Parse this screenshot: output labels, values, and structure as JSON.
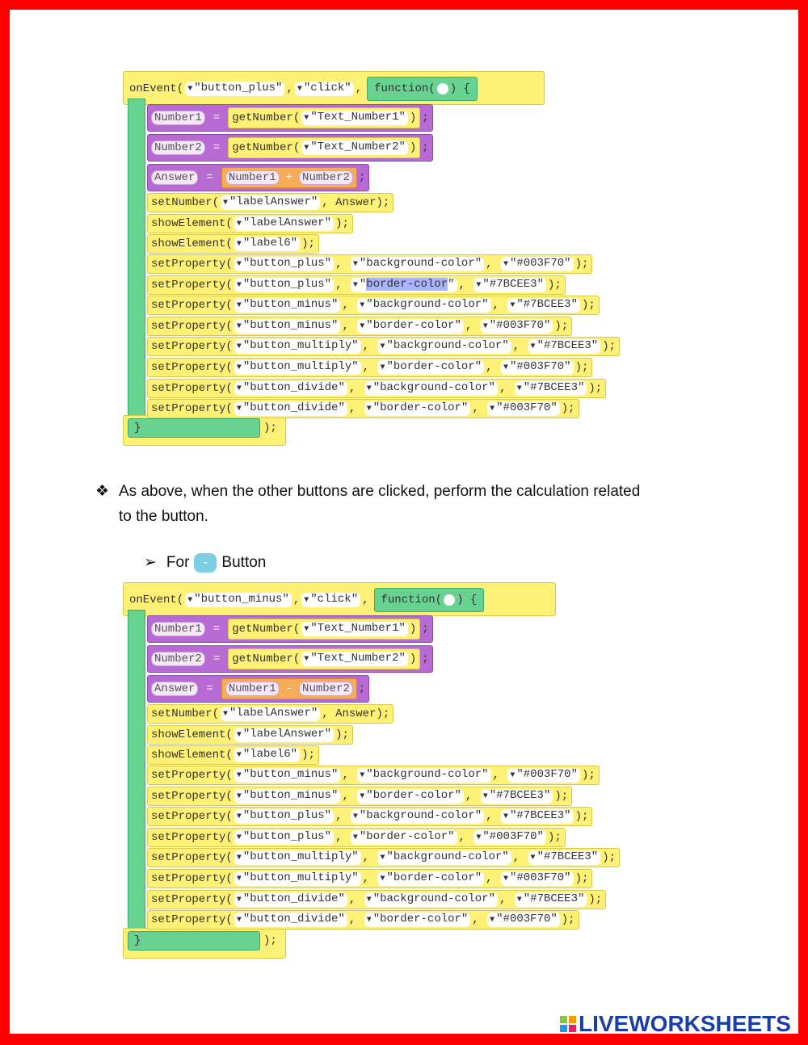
{
  "block1": {
    "event": "onEvent(",
    "id": "\"button_plus\"",
    "event_type": "\"click\"",
    "func": "function(",
    "func_end": ") {",
    "lines": [
      {
        "var": "Number1",
        "call": "getNumber(",
        "arg": "\"Text_Number1\"",
        "close": ")"
      },
      {
        "var": "Number2",
        "call": "getNumber(",
        "arg": "\"Text_Number2\"",
        "close": ")"
      }
    ],
    "answer": {
      "var": "Answer",
      "a": "Number1",
      "op": "+",
      "b": "Number2"
    },
    "set_number": {
      "call": "setNumber(",
      "arg": "\"labelAnswer\"",
      "val": "Answer);"
    },
    "show1": {
      "call": "showElement(",
      "arg": "\"labelAnswer\"",
      "close": ");"
    },
    "show2": {
      "call": "showElement(",
      "arg": "\"label6\"",
      "close": ");"
    },
    "props": [
      {
        "id": "\"button_plus\"",
        "prop": "\"background-color\"",
        "val": "\"#003F70\""
      },
      {
        "id": "\"button_plus\"",
        "prop_pre": "\"",
        "prop_hl": "border-color",
        "prop_post": "\"",
        "val": "\"#7BCEE3\""
      },
      {
        "id": "\"button_minus\"",
        "prop": "\"background-color\"",
        "val": "\"#7BCEE3\""
      },
      {
        "id": "\"button_minus\"",
        "prop": "\"border-color\"",
        "val": "\"#003F70\""
      },
      {
        "id": "\"button_multiply\"",
        "prop": "\"background-color\"",
        "val": "\"#7BCEE3\""
      },
      {
        "id": "\"button_multiply\"",
        "prop": "\"border-color\"",
        "val": "\"#003F70\""
      },
      {
        "id": "\"button_divide\"",
        "prop": "\"background-color\"",
        "val": "\"#7BCEE3\""
      },
      {
        "id": "\"button_divide\"",
        "prop": "\"border-color\"",
        "val": "\"#003F70\""
      }
    ],
    "close_brace": "}",
    "close_tail": ");"
  },
  "bullet_text_1": "As above, when the other buttons are clicked, perform the calculation related",
  "bullet_text_2": "to the button.",
  "sub_for": "For",
  "sub_pill": "-",
  "sub_button": "Button",
  "block2": {
    "event": "onEvent(",
    "id": "\"button_minus\"",
    "event_type": "\"click\"",
    "func": "function(",
    "func_end": ") {",
    "lines": [
      {
        "var": "Number1",
        "call": "getNumber(",
        "arg": "\"Text_Number1\"",
        "close": ")"
      },
      {
        "var": "Number2",
        "call": "getNumber(",
        "arg": "\"Text_Number2\"",
        "close": ")"
      }
    ],
    "answer": {
      "var": "Answer",
      "a": "Number1",
      "op": "-",
      "b": "Number2"
    },
    "set_number": {
      "call": "setNumber(",
      "arg": "\"labelAnswer\"",
      "val": "Answer);"
    },
    "show1": {
      "call": "showElement(",
      "arg": "\"labelAnswer\"",
      "close": ");"
    },
    "show2": {
      "call": "showElement(",
      "arg": "\"label6\"",
      "close": ");"
    },
    "props": [
      {
        "id": "\"button_minus\"",
        "prop": "\"background-color\"",
        "val": "\"#003F70\""
      },
      {
        "id": "\"button_minus\"",
        "prop": "\"border-color\"",
        "val": "\"#7BCEE3\""
      },
      {
        "id": "\"button_plus\"",
        "prop": "\"background-color\"",
        "val": "\"#7BCEE3\""
      },
      {
        "id": "\"button_plus\"",
        "prop": "\"border-color\"",
        "val": "\"#003F70\""
      },
      {
        "id": "\"button_multiply\"",
        "prop": "\"background-color\"",
        "val": "\"#7BCEE3\""
      },
      {
        "id": "\"button_multiply\"",
        "prop": "\"border-color\"",
        "val": "\"#003F70\""
      },
      {
        "id": "\"button_divide\"",
        "prop": "\"background-color\"",
        "val": "\"#7BCEE3\""
      },
      {
        "id": "\"button_divide\"",
        "prop": "\"border-color\"",
        "val": "\"#003F70\""
      }
    ],
    "close_brace": "}",
    "close_tail": ");"
  },
  "common": {
    "set_property": "setProperty(",
    "sep": ",",
    "close": ");",
    "semi": ";",
    "arrow": "▼",
    "eq": "="
  },
  "logo": {
    "text": "LIVEWORKSHEETS",
    "letters": [
      "L",
      "I",
      "V",
      "E"
    ]
  }
}
